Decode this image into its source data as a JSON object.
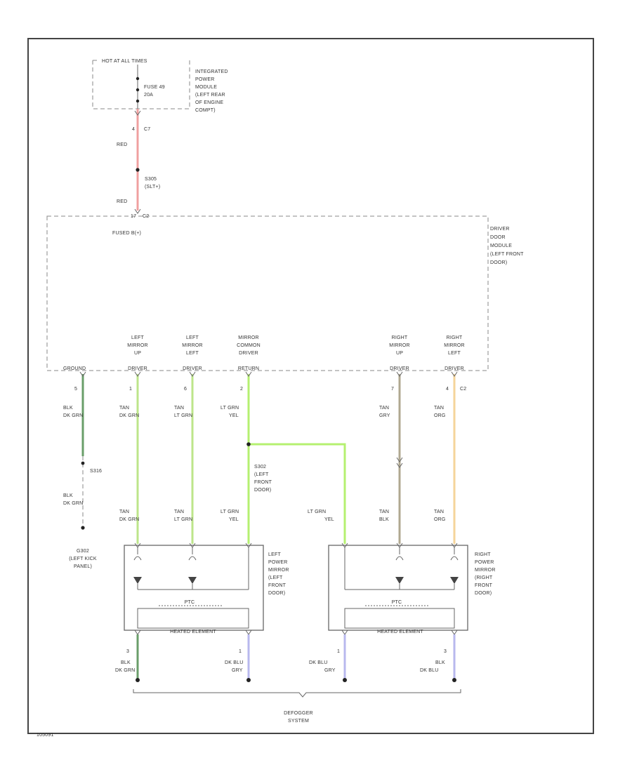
{
  "diagram_code": "105091",
  "power": {
    "hot_label": "HOT AT ALL TIMES",
    "fuse_label": "FUSE 49",
    "fuse_rating": "20A",
    "ipdm_label": [
      "INTEGRATED",
      "POWER",
      "MODULE",
      "(LEFT REAR",
      "OF ENGINE",
      "COMPT)"
    ],
    "conn_pin": "4",
    "conn_name": "C7",
    "splice_name": [
      "S305",
      "(SLT+)"
    ],
    "wire_colors": [
      "RED",
      "RED"
    ],
    "ddm_pin": "17",
    "ddm_conn": "C2"
  },
  "ddm": {
    "label": [
      "DRIVER",
      "DOOR",
      "MODULE",
      "(LEFT FRONT",
      "DOOR)"
    ],
    "fused_label": "FUSED B(+)",
    "ground_label": "GROUND",
    "pins": [
      {
        "lines": [
          "LEFT",
          "MIRROR",
          "UP",
          "DRIVER"
        ]
      },
      {
        "lines": [
          "LEFT",
          "MIRROR",
          "LEFT",
          "DRIVER"
        ]
      },
      {
        "lines": [
          "MIRROR",
          "COMMON",
          "DRIVER",
          "RETURN"
        ]
      },
      {
        "lines": [
          "RIGHT",
          "MIRROR",
          "UP",
          "DRIVER"
        ]
      },
      {
        "lines": [
          "RIGHT",
          "MIRROR",
          "LEFT",
          "DRIVER"
        ]
      }
    ],
    "pin_numbers": [
      "5",
      "1",
      "6",
      "2",
      "7",
      "4"
    ],
    "c2_label": "C2"
  },
  "wires_top": [
    [
      "BLK",
      "DK GRN"
    ],
    [
      "TAN",
      "DK GRN"
    ],
    [
      "TAN",
      "LT GRN"
    ],
    [
      "LT GRN",
      "YEL"
    ],
    [
      "TAN",
      "GRY"
    ],
    [
      "TAN",
      "ORG"
    ]
  ],
  "wires_bottom": [
    [
      "BLK",
      "DK GRN"
    ],
    [
      "TAN",
      "DK GRN"
    ],
    [
      "TAN",
      "LT GRN"
    ],
    [
      "LT GRN",
      "YEL"
    ],
    [
      "LT GRN",
      "YEL"
    ],
    [
      "TAN",
      "BLK"
    ],
    [
      "TAN",
      "ORG"
    ]
  ],
  "ground_splice": "S316",
  "ground_label": [
    "G302",
    "(LEFT KICK",
    "PANEL)"
  ],
  "splice_s302": [
    "S302",
    "(LEFT",
    "FRONT",
    "DOOR)"
  ],
  "left_mirror": {
    "label": [
      "LEFT",
      "POWER",
      "MIRROR",
      "(LEFT",
      "FRONT",
      "DOOR)"
    ],
    "element_label": "HEATED ELEMENT",
    "bottom_pins": [
      "3",
      "1"
    ],
    "bottom_wires": [
      [
        "BLK",
        "DK GRN"
      ],
      [
        "DK BLU",
        "GRY"
      ]
    ]
  },
  "right_mirror": {
    "label": [
      "RIGHT",
      "POWER",
      "MIRROR",
      "(RIGHT",
      "FRONT",
      "DOOR)"
    ],
    "element_label": "HEATED ELEMENT",
    "bottom_pins": [
      "1",
      "3"
    ],
    "bottom_wires": [
      [
        "DK BLU",
        "GRY"
      ],
      [
        "BLK",
        "DK BLU"
      ]
    ]
  },
  "defogger_label": [
    "DEFOGGER",
    "SYSTEM"
  ],
  "colors": {
    "red": "#f0a0a0",
    "green": "#bde58a",
    "dkgreen": "#6a9e6a",
    "ltgreen": "#b5f070",
    "tan": "#f5d49a",
    "gray": "#b0a890",
    "blue": "#b8b8ee"
  }
}
